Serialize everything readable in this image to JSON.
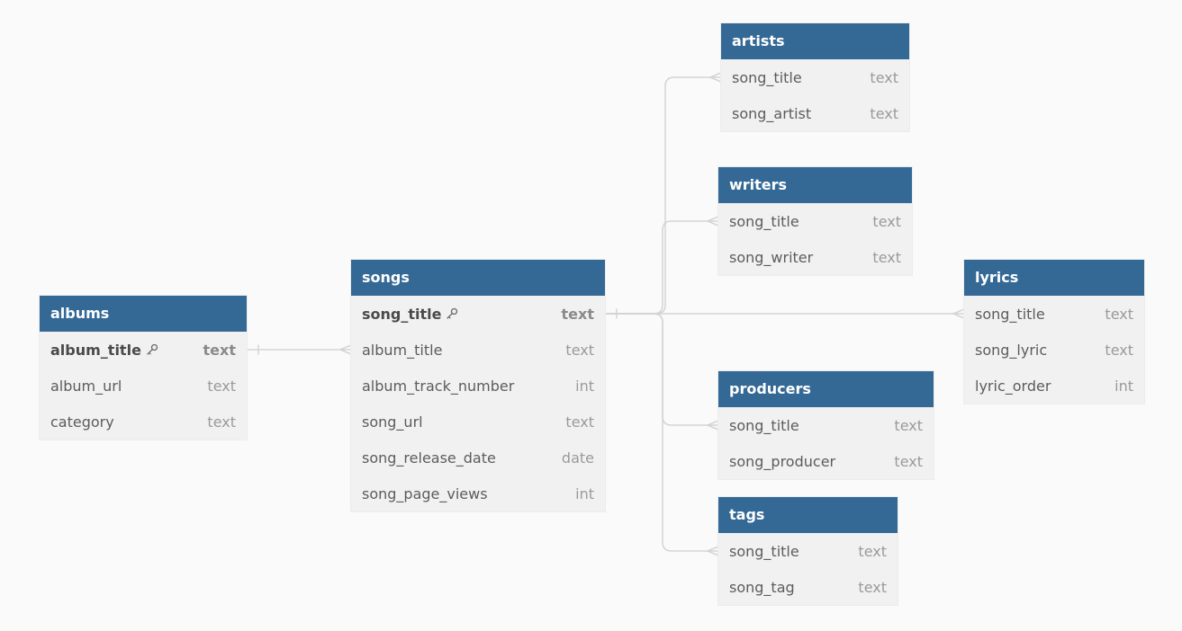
{
  "entities": [
    {
      "id": "albums",
      "name": "albums",
      "fields": [
        {
          "name": "album_title",
          "type": "text",
          "pk": true
        },
        {
          "name": "album_url",
          "type": "text",
          "pk": false
        },
        {
          "name": "category",
          "type": "text",
          "pk": false
        }
      ]
    },
    {
      "id": "songs",
      "name": "songs",
      "fields": [
        {
          "name": "song_title",
          "type": "text",
          "pk": true
        },
        {
          "name": "album_title",
          "type": "text",
          "pk": false
        },
        {
          "name": "album_track_number",
          "type": "int",
          "pk": false
        },
        {
          "name": "song_url",
          "type": "text",
          "pk": false
        },
        {
          "name": "song_release_date",
          "type": "date",
          "pk": false
        },
        {
          "name": "song_page_views",
          "type": "int",
          "pk": false
        }
      ]
    },
    {
      "id": "artists",
      "name": "artists",
      "fields": [
        {
          "name": "song_title",
          "type": "text",
          "pk": false
        },
        {
          "name": "song_artist",
          "type": "text",
          "pk": false
        }
      ]
    },
    {
      "id": "writers",
      "name": "writers",
      "fields": [
        {
          "name": "song_title",
          "type": "text",
          "pk": false
        },
        {
          "name": "song_writer",
          "type": "text",
          "pk": false
        }
      ]
    },
    {
      "id": "lyrics",
      "name": "lyrics",
      "fields": [
        {
          "name": "song_title",
          "type": "text",
          "pk": false
        },
        {
          "name": "song_lyric",
          "type": "text",
          "pk": false
        },
        {
          "name": "lyric_order",
          "type": "int",
          "pk": false
        }
      ]
    },
    {
      "id": "producers",
      "name": "producers",
      "fields": [
        {
          "name": "song_title",
          "type": "text",
          "pk": false
        },
        {
          "name": "song_producer",
          "type": "text",
          "pk": false
        }
      ]
    },
    {
      "id": "tags",
      "name": "tags",
      "fields": [
        {
          "name": "song_title",
          "type": "text",
          "pk": false
        },
        {
          "name": "song_tag",
          "type": "text",
          "pk": false
        }
      ]
    }
  ],
  "relationships": [
    {
      "from": "albums.album_title",
      "to": "songs.album_title",
      "from_card": "one",
      "to_card": "many"
    },
    {
      "from": "songs.song_title",
      "to": "artists.song_title",
      "from_card": "one",
      "to_card": "many"
    },
    {
      "from": "songs.song_title",
      "to": "writers.song_title",
      "from_card": "one",
      "to_card": "many"
    },
    {
      "from": "songs.song_title",
      "to": "lyrics.song_title",
      "from_card": "one",
      "to_card": "many"
    },
    {
      "from": "songs.song_title",
      "to": "producers.song_title",
      "from_card": "one",
      "to_card": "many"
    },
    {
      "from": "songs.song_title",
      "to": "tags.song_title",
      "from_card": "one",
      "to_card": "many"
    }
  ],
  "colors": {
    "header": "#346996",
    "body": "#f1f1f1",
    "connector": "#d4d4d4",
    "background": "#fafafa"
  }
}
